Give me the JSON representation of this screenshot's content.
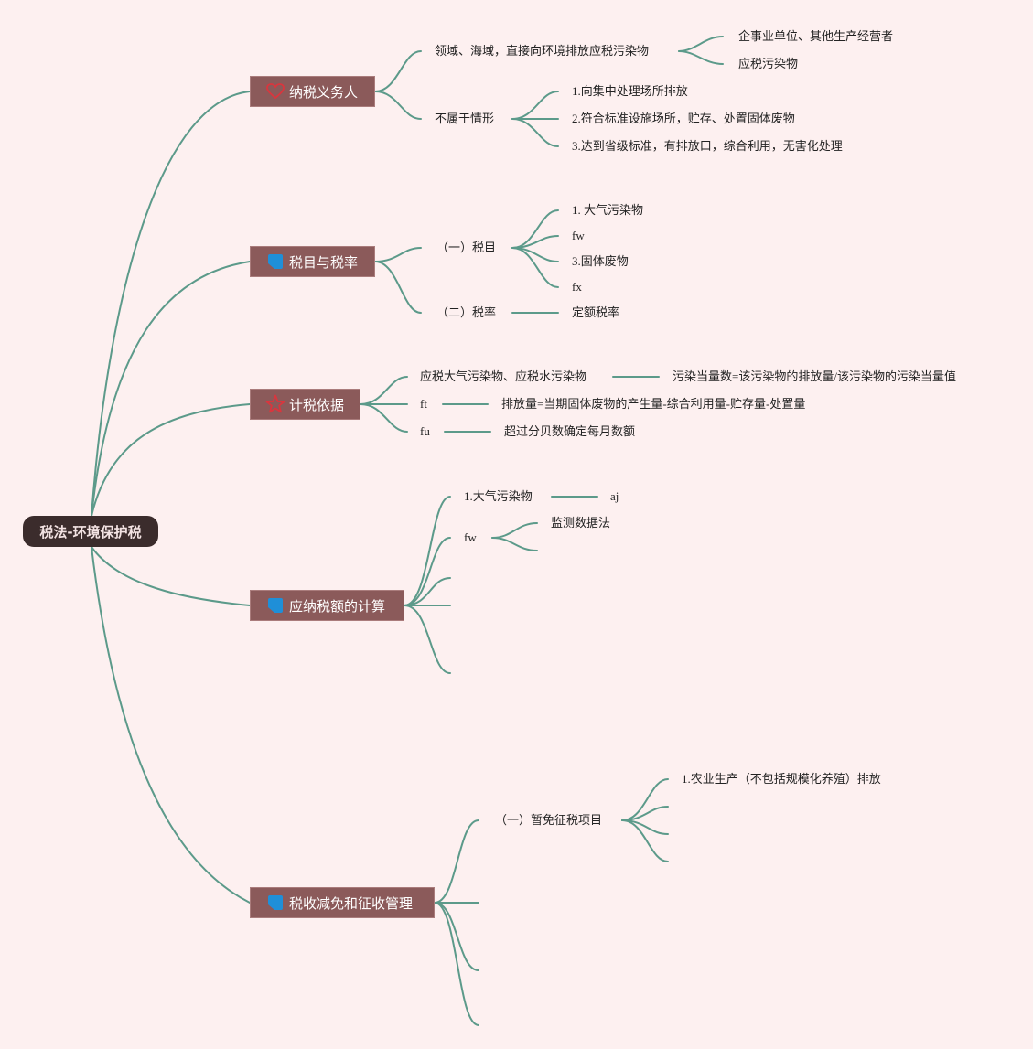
{
  "root": {
    "label": "税法-环境保护税"
  },
  "colors": {
    "background": "#fdf0f0",
    "line": "#5c9a8a",
    "root_fill": "#3b2c2c",
    "topic_fill": "#8b5a5a",
    "icon_red": "#d9363e",
    "icon_blue": "#1f8fd8"
  },
  "topics": [
    {
      "label": "纳税义务人",
      "icon": "heart-icon"
    },
    {
      "label": "税目与税率",
      "icon": "flag-icon"
    },
    {
      "label": "计税依据",
      "icon": "star-icon"
    },
    {
      "label": "应纳税额的计算",
      "icon": "flag-icon"
    },
    {
      "label": "税收减免和征收管理",
      "icon": "flag-icon"
    }
  ],
  "taxpayer": {
    "branch1": "领域、海域，直接向环境排放应税污染物",
    "branch1_children": [
      "企事业单位、其他生产经营者",
      "应税污染物"
    ],
    "branch2": "不属于情形",
    "branch2_children": [
      "1.向集中处理场所排放",
      "2.符合标准设施场所，贮存、处置固体废物",
      "3.达到省级标准，有排放口，综合利用，无害化处理"
    ]
  },
  "items_rates": {
    "items": "（一）税目",
    "items_children": [
      "1. 大气污染物",
      "fw",
      "3.固体废物",
      "fx"
    ],
    "rates": "（二）税率",
    "rates_child": "定额税率"
  },
  "basis": {
    "rows": [
      {
        "label": "应税大气污染物、应税水污染物",
        "detail": "污染当量数=该污染物的排放量/该污染物的污染当量值"
      },
      {
        "label": "ft",
        "detail": "排放量=当期固体废物的产生量-综合利用量-贮存量-处置量"
      },
      {
        "label": "fu",
        "detail": "超过分贝数确定每月数额"
      }
    ]
  },
  "calc": {
    "branch1": "1.大气污染物",
    "branch1_child": "aj",
    "branch2": "fw",
    "branch2_child": "监测数据法"
  },
  "relief": {
    "branch1": "（一）暂免征税项目",
    "branch1_child": "1.农业生产（不包括规模化养殖）排放"
  }
}
